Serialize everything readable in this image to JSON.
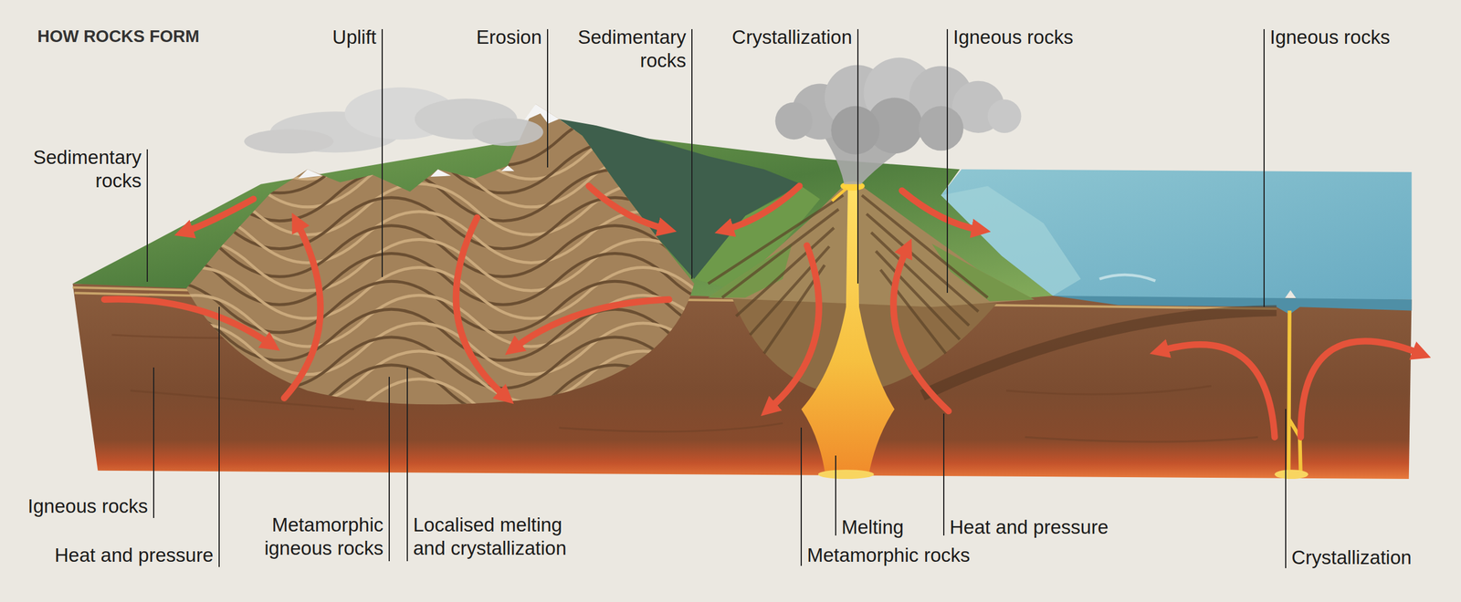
{
  "diagram": {
    "title": "HOW ROCKS FORM",
    "labels": [
      "Uplift",
      "Erosion",
      "Sedimentary rocks",
      "Crystallization",
      "Igneous rocks",
      "Igneous rocks",
      "Sedimentary rocks",
      "Igneous rocks",
      "Heat and pressure",
      "Metamorphic igneous rocks",
      "Localised melting and crystallization",
      "Melting",
      "Heat and pressure",
      "Metamorphic rocks",
      "Crystallization"
    ]
  }
}
